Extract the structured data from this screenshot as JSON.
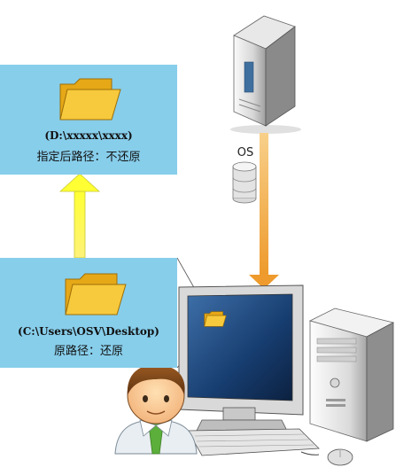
{
  "target_box": {
    "path": "(D:\\xxxxx\\xxxx)",
    "description": "指定后路径：不还原"
  },
  "source_box": {
    "path": "(C:\\Users\\OSV\\Desktop)",
    "description": "原路径：还原"
  },
  "server": {
    "label": "OS"
  },
  "colors": {
    "box_bg": "#87CEEB",
    "up_arrow": "#FFFF33",
    "down_arrow": "#F2A33A",
    "folder": "#F7C93C"
  }
}
